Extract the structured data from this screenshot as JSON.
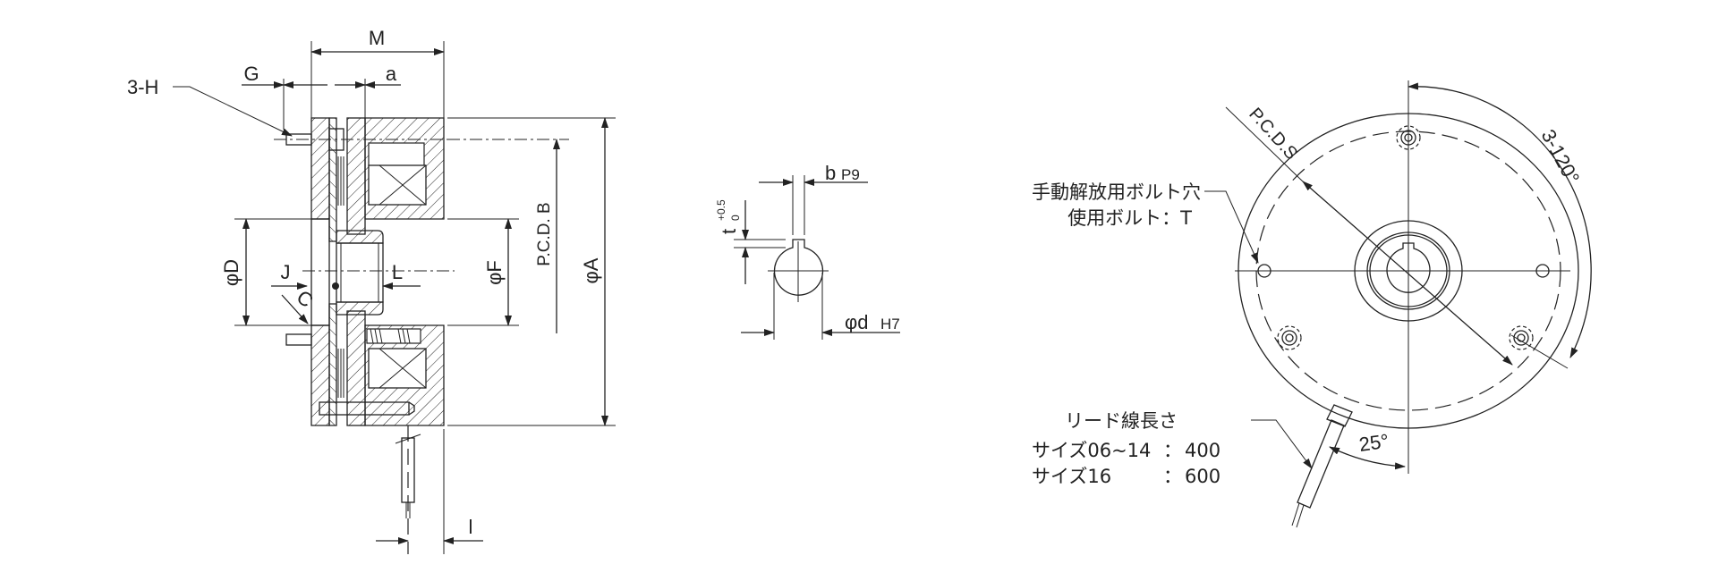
{
  "side_view": {
    "dim_M": "M",
    "dim_G": "G",
    "dim_a": "a",
    "dim_3H": "3-H",
    "dim_D": "φD",
    "dim_F": "φF",
    "dim_PCD_B": "P.C.D. B",
    "dim_A": "φA",
    "dim_J": "J",
    "dim_L": "L",
    "dim_C": "C",
    "dim_l": "l"
  },
  "key_view": {
    "dim_b": "b",
    "dim_b_tol": "P9",
    "dim_t": "t",
    "dim_t_tol_upper": "+0.5",
    "dim_t_tol_lower": "0",
    "dim_d": "φd",
    "dim_d_tol": "H7"
  },
  "front_view": {
    "dim_PCD_S": "P.C.D.S",
    "dim_angle_bolts": "3-120°",
    "dim_angle_lead": "25°",
    "release_hole_label": "手動解放用ボルト穴",
    "release_bolt_label": "使用ボルト：T",
    "lead_title": "リード線長さ",
    "lead_rows": [
      {
        "size": "サイズ06~14",
        "sep": "：",
        "length": "400"
      },
      {
        "size": "サイズ16",
        "sep": "：",
        "length": "600"
      }
    ]
  },
  "colors": {
    "line": "#222222",
    "background": "#ffffff"
  }
}
